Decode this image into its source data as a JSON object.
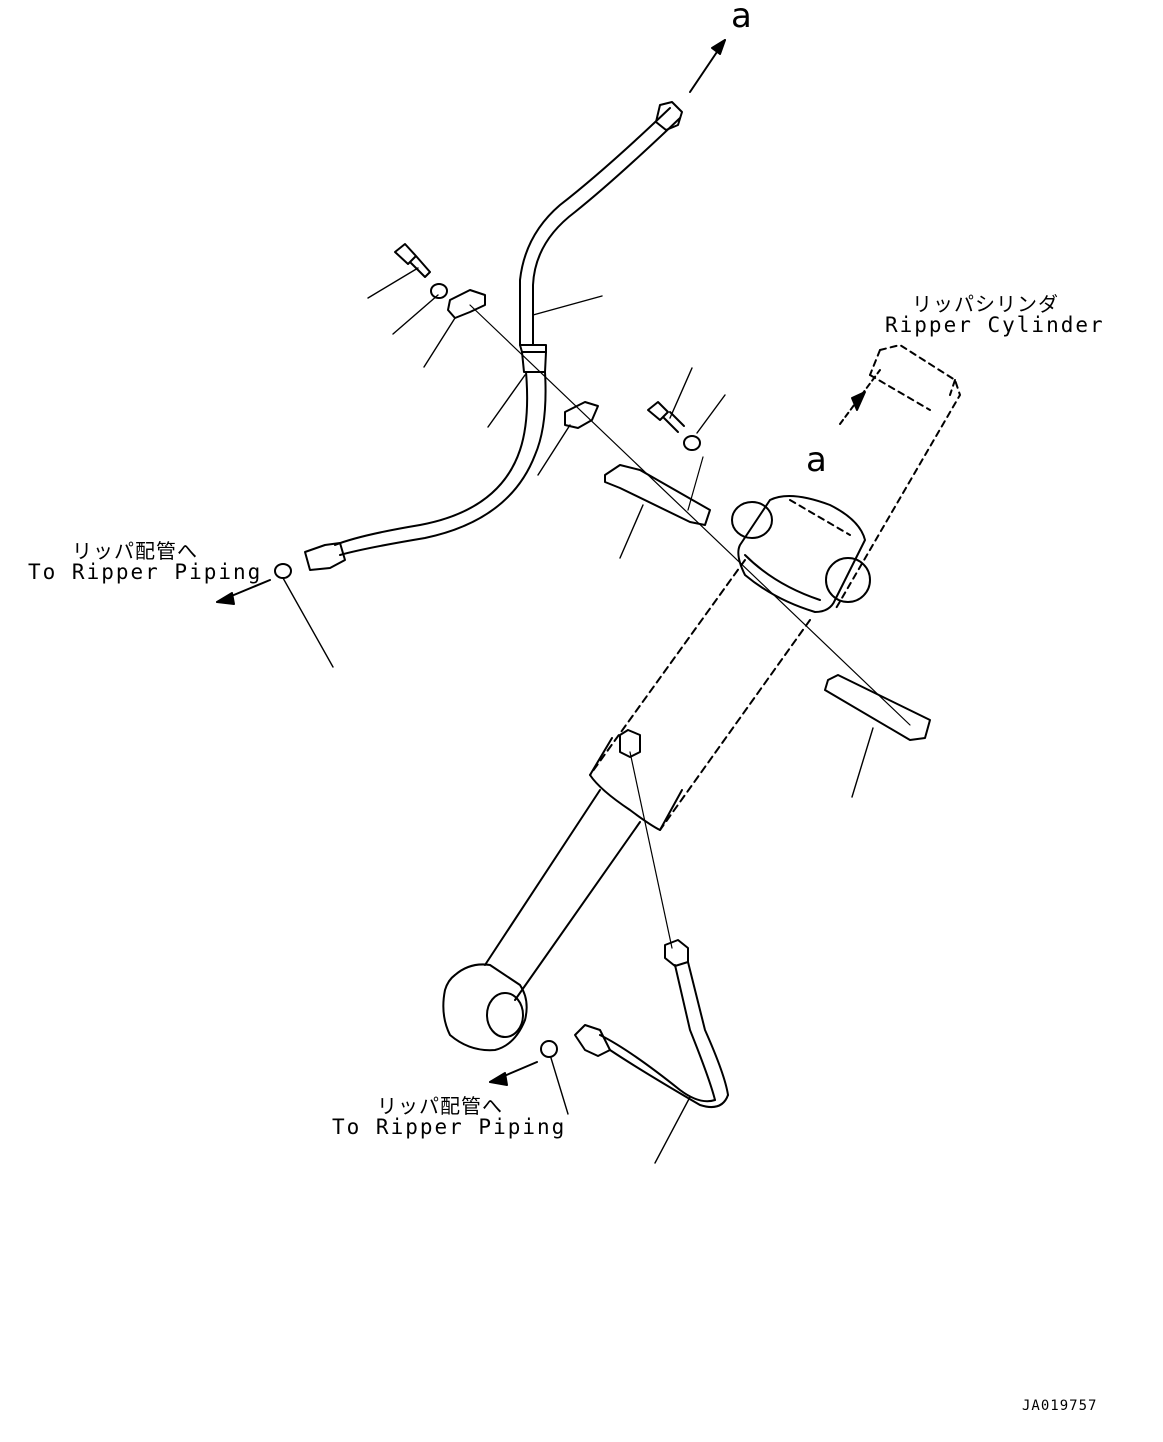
{
  "labels": {
    "cylinder_jp": "リッパシリンダ",
    "cylinder_en": "Ripper Cylinder",
    "piping_top_jp": "リッパ配管へ",
    "piping_top_en": "To Ripper Piping",
    "piping_bottom_jp": "リッパ配管へ",
    "piping_bottom_en": "To Ripper Piping",
    "ref_a_top": "a",
    "ref_a_cylinder": "a",
    "drawing_code": "JA019757"
  },
  "colors": {
    "line": "#000000",
    "background": "#ffffff"
  }
}
